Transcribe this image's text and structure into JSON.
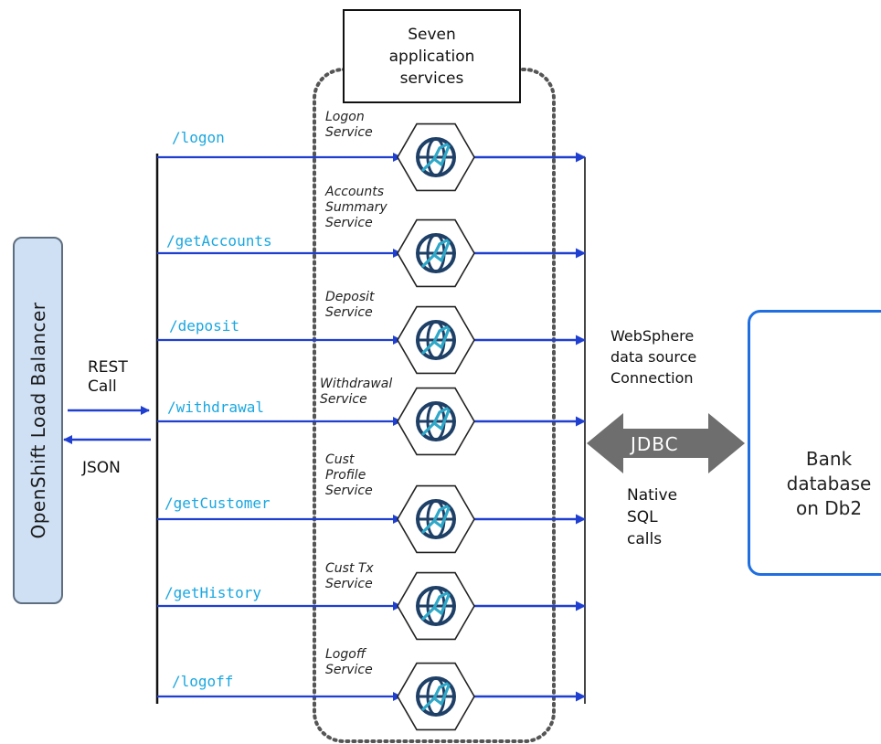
{
  "title": "Seven\napplication\nservices",
  "load_balancer": {
    "label": "OpenShift Load Balancer"
  },
  "rest_call_label": "REST\nCall",
  "json_label": "JSON",
  "routes": [
    {
      "path": "/logon",
      "service": "Logon\nService"
    },
    {
      "path": "/getAccounts",
      "service": "Accounts\nSummary\nService"
    },
    {
      "path": "/deposit",
      "service": "Deposit\nService"
    },
    {
      "path": "/withdrawal",
      "service": "Withdrawal\nService"
    },
    {
      "path": "/getCustomer",
      "service": "Cust\nProfile\nService"
    },
    {
      "path": "/getHistory",
      "service": "Cust Tx\nService"
    },
    {
      "path": "/logoff",
      "service": "Logoff\nService"
    }
  ],
  "websphere_label": "WebSphere\ndata source\nConnection",
  "jdbc_label": "JDBC",
  "native_sql_label": "Native\nSQL\ncalls",
  "database": {
    "logo_text": "Db2",
    "label": "Bank\ndatabase\non Db2"
  },
  "colors": {
    "arrow": "#1f3fd0",
    "route_text": "#1aa7e0",
    "db_border": "#1f6fe0",
    "db2_green": "#3aa335",
    "jdbc_gray": "#6e6e6e"
  }
}
